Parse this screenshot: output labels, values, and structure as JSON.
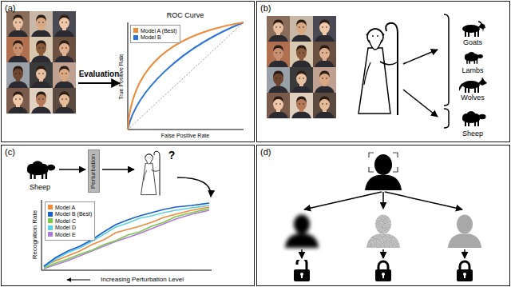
{
  "diagram": {
    "nodes": [
      {
        "text": [
          "(a)"
        ]
      },
      {
        "text": [
          "(b)"
        ]
      },
      {
        "text": [
          "(c)"
        ]
      },
      {
        "text": [
          "(d)"
        ]
      },
      {
        "text": [
          "Perturbation"
        ],
        "in": 2
      }
    ],
    "labels": [
      "Evaluation",
      "ROC Curve",
      "True Positive Rate",
      "False Positive Rate",
      "Goats",
      "Lambs",
      "Wolves",
      "Sheep",
      "Sheep",
      "?",
      "Recognition Rate",
      "Increasing Perturbation Level"
    ],
    "legend": [
      {
        "text": "Model A (Best)",
        "color": "#ee8a3a"
      },
      {
        "text": "Model B",
        "color": "#2a72d8"
      },
      {
        "text": "Model A",
        "color": "#f08a3c"
      },
      {
        "text": "Model B (Best)",
        "color": "#1a5fd0"
      },
      {
        "text": "Model C",
        "color": "#7cc94a"
      },
      {
        "text": "Model D",
        "color": "#5fd0e0"
      },
      {
        "text": "Model E",
        "color": "#b07ad8"
      }
    ]
  }
}
